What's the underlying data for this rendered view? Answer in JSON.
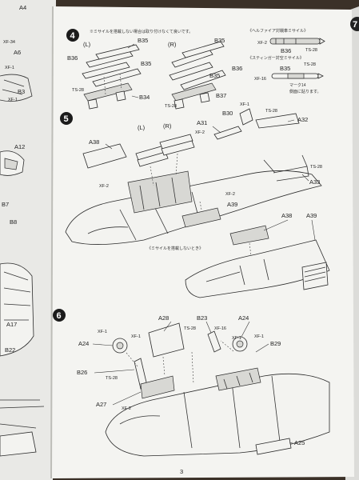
{
  "left_page": {
    "labels": [
      "A4",
      "XF-34",
      "A6",
      "XF-1",
      "B3",
      "XF-1",
      "A12",
      "B7",
      "B8",
      "A17",
      "B22"
    ]
  },
  "main_page": {
    "page_number": "3",
    "step4": {
      "number": "4",
      "note": "※ミサイルを搭載しない場合は取り付けなくて良いです。",
      "left_tag": "(L)",
      "right_tag": "(R)",
      "labels": {
        "b35_a": "B35",
        "b36_a": "B36",
        "b35_b": "B35",
        "ts28_a": "TS-28",
        "b34": "B34",
        "b35_c": "B35",
        "b36_b": "B36",
        "b35_d": "B35",
        "ts28_b": "TS-28",
        "b37": "B37"
      },
      "hellfire_title": "《ヘルファイア対戦車ミサイル》",
      "hellfire_paints": [
        "XF-2",
        "TS-28"
      ],
      "hellfire_part": "B36",
      "stinger_title": "《スティンガー対空ミサイル》",
      "stinger_part": "B35",
      "stinger_paints": [
        "TS-28",
        "XF-16"
      ],
      "mark_note": "マーク14",
      "mark_note_2": "側面に貼ります。"
    },
    "step5": {
      "number": "5",
      "labels": {
        "a38": "A38",
        "l": "(L)",
        "r": "(R)",
        "b30": "B30",
        "xf1": "XF-1",
        "ts28": "TS-28",
        "a31": "A31",
        "a32": "A32",
        "xf2_a": "XF-2",
        "xf2_b": "XF-2",
        "xf2_c": "XF-2",
        "ts28_b": "TS-28",
        "a33": "A33",
        "a39": "A39",
        "a38_b": "A38",
        "a39_b": "A39"
      },
      "no_missile_note": "《ミサイルを搭載しないとき》"
    },
    "step6": {
      "number": "6",
      "labels": {
        "a28": "A28",
        "b23": "B23",
        "a24_a": "A24",
        "a24_b": "A24",
        "xf1_a": "XF-1",
        "xf1_b": "XF-1",
        "xf1_c": "XF-1",
        "xf1_d": "XF-1",
        "ts28_a": "TS-28",
        "xf16": "XF-16",
        "b29": "B29",
        "b26": "B26",
        "ts28_b": "TS-28",
        "a27": "A27",
        "xf2": "XF-2",
        "a25": "A25"
      }
    }
  },
  "right_page": {
    "step_fragment": "7"
  }
}
